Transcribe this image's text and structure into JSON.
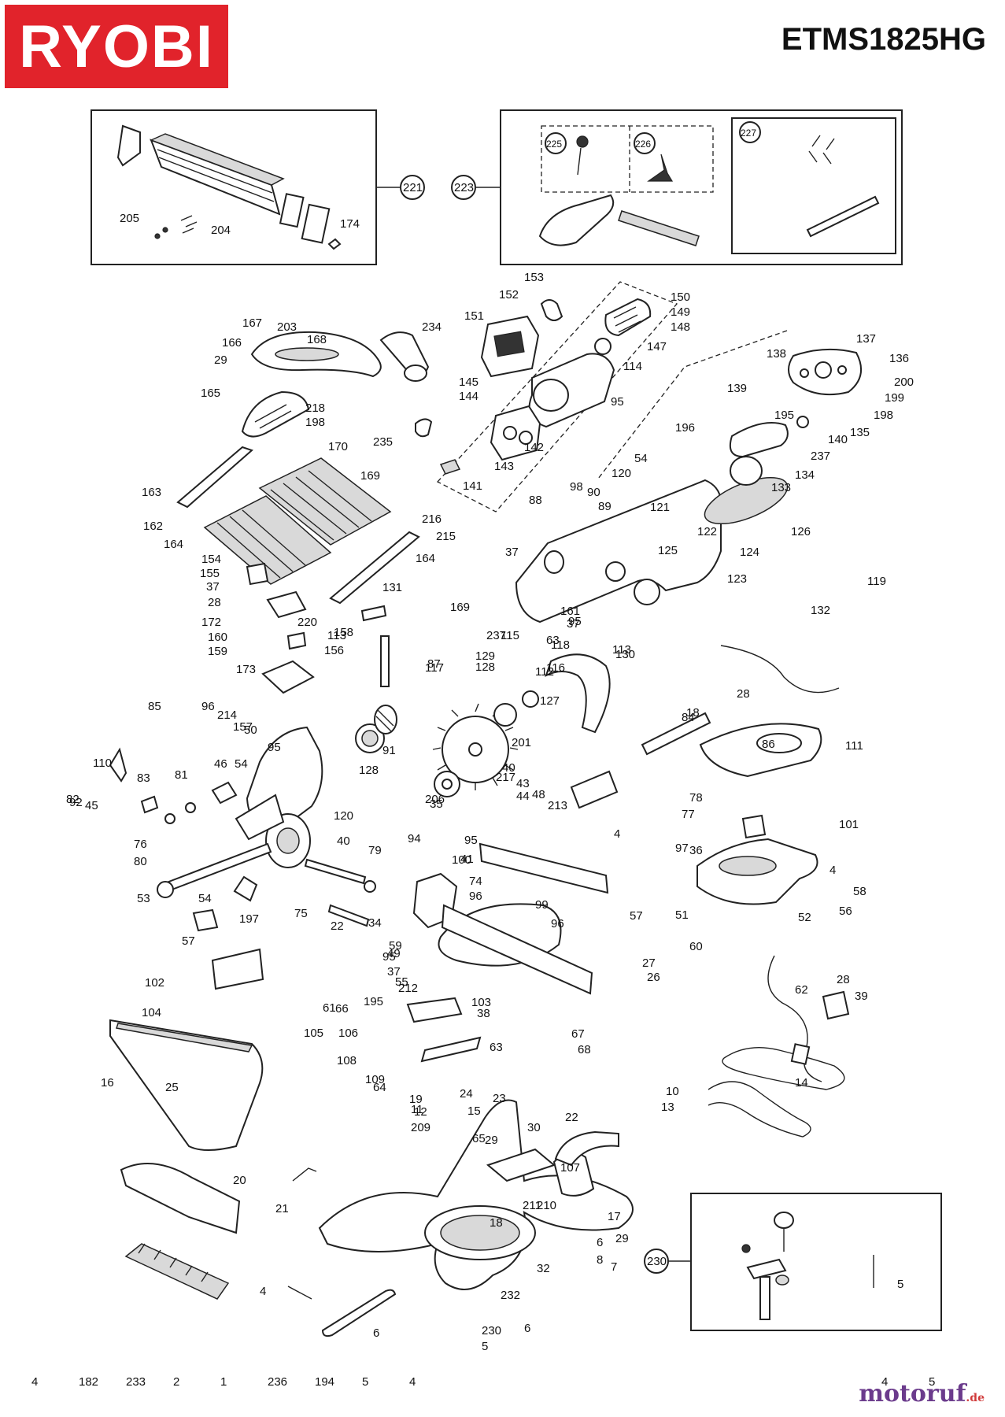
{
  "header": {
    "brand": "RYOBI",
    "model": "ETMS1825HG"
  },
  "watermark": {
    "name": "motoruf",
    "tld": ".de"
  },
  "colors": {
    "brand_red": "#e1232b",
    "line": "#222222"
  },
  "callouts": {
    "c221": "221",
    "c223": "223",
    "c225": "225",
    "c226": "226",
    "c227": "227",
    "c230": "230"
  },
  "labels": [
    "205",
    "204",
    "174",
    "153",
    "152",
    "151",
    "150",
    "149",
    "148",
    "147",
    "114",
    "145",
    "144",
    "95",
    "142",
    "143",
    "141",
    "167",
    "203",
    "168",
    "166",
    "29",
    "165",
    "218",
    "198",
    "234",
    "235",
    "137",
    "136",
    "138",
    "200",
    "199",
    "198",
    "139",
    "195",
    "135",
    "140",
    "237",
    "134",
    "196",
    "133",
    "126",
    "54",
    "120",
    "98",
    "90",
    "89",
    "88",
    "170",
    "169",
    "163",
    "162",
    "164",
    "216",
    "215",
    "164",
    "154",
    "155",
    "37",
    "28",
    "121",
    "122",
    "125",
    "124",
    "123",
    "37",
    "119",
    "132",
    "131",
    "169",
    "172",
    "220",
    "113",
    "156",
    "160",
    "159",
    "158",
    "161",
    "95",
    "37",
    "115",
    "237",
    "63",
    "87",
    "117",
    "116",
    "113",
    "118",
    "112",
    "173",
    "127",
    "128",
    "129",
    "130",
    "86",
    "18",
    "85",
    "96",
    "157",
    "28",
    "84",
    "214",
    "50",
    "95",
    "91",
    "128",
    "201",
    "217",
    "40",
    "111",
    "110",
    "82",
    "83",
    "81",
    "92",
    "45",
    "46",
    "54",
    "120",
    "43",
    "44",
    "213",
    "48",
    "35",
    "78",
    "77",
    "206",
    "76",
    "80",
    "94",
    "95",
    "100",
    "41",
    "40",
    "79",
    "4",
    "57",
    "101",
    "97",
    "4",
    "36",
    "58",
    "56",
    "53",
    "54",
    "75",
    "22",
    "74",
    "96",
    "99",
    "96",
    "51",
    "52",
    "197",
    "34",
    "49",
    "59",
    "60",
    "57",
    "102",
    "95",
    "37",
    "212",
    "55",
    "103",
    "38",
    "27",
    "26",
    "28",
    "39",
    "62",
    "61",
    "66",
    "67",
    "68",
    "105",
    "106",
    "104",
    "16",
    "25",
    "195",
    "64",
    "63",
    "23",
    "24",
    "15",
    "14",
    "10",
    "13",
    "65",
    "29",
    "30",
    "22",
    "19",
    "11",
    "12",
    "209",
    "211",
    "210",
    "107",
    "109",
    "108",
    "20",
    "21",
    "17",
    "18",
    "6",
    "29",
    "8",
    "7",
    "5",
    "4",
    "32",
    "232",
    "6",
    "6",
    "230",
    "5",
    "4",
    "5",
    "4",
    "182",
    "233",
    "2",
    "1",
    "236",
    "194",
    "5",
    "4"
  ]
}
